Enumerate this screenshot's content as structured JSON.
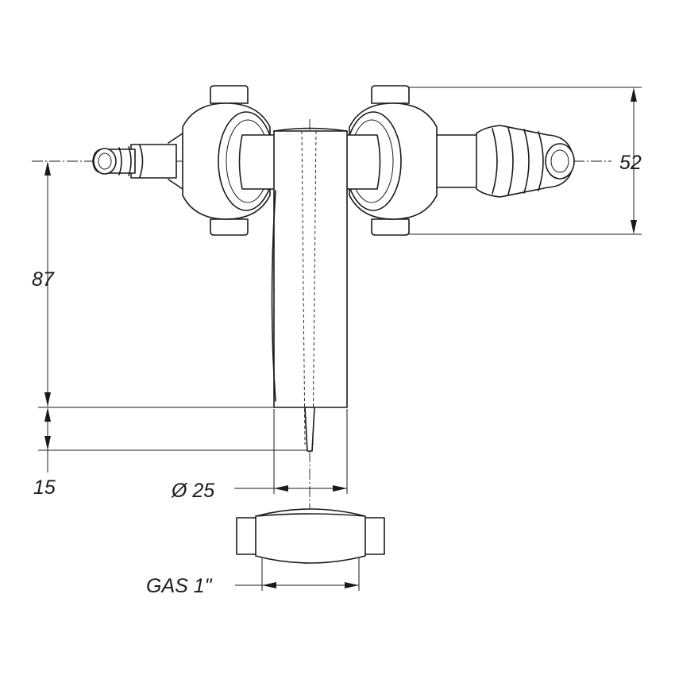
{
  "dimensions": {
    "height_top": "52",
    "height_main": "87",
    "height_bottom": "15",
    "diameter": "Ø 25",
    "thread": "GAS 1\""
  }
}
